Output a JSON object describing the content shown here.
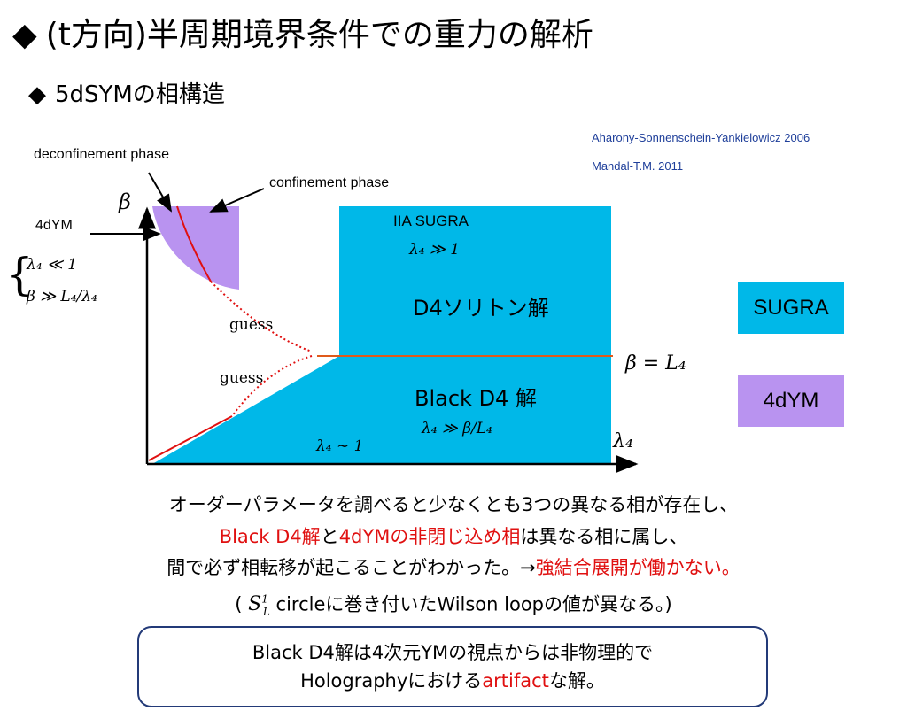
{
  "slide": {
    "title_marker": "◆",
    "title": "(t方向)半周期境界条件での重力の解析",
    "subtitle_marker": "◆",
    "subtitle": "5dSYMの相構造"
  },
  "references": [
    "Aharony-Sonnenschein-Yankielowicz 2006",
    "Mandal-T.M. 2011"
  ],
  "diagram": {
    "labels": {
      "deconfinement": "deconfinement phase",
      "confinement": "confinement phase",
      "fourdym": "4dYM",
      "beta_axis": "β",
      "lambda_axis": "λ₄",
      "cond1": "λ₄ ≪ 1",
      "cond2": "β ≫ L₄/λ₄",
      "brace": "{",
      "guess1": "guess",
      "guess2": "guess",
      "iia": "IIA SUGRA",
      "iia_cond": "λ₄ ≫ 1",
      "d4_soliton": "D4ソリトン解",
      "black_d4": "Black D4 解",
      "black_cond": "λ₄ ≫ β/L₄",
      "lambda_sim": "λ₄ ∼ 1",
      "beta_eq": "β = L₄"
    },
    "colors": {
      "sugra": "#00b8e8",
      "ym": "#b993f0",
      "curve": "#e01010",
      "boundary": "#e05a1a",
      "axis": "#000000"
    }
  },
  "legend": [
    {
      "label": "SUGRA",
      "color": "#00b8e8"
    },
    {
      "label": "4dYM",
      "color": "#b993f0"
    }
  ],
  "body": {
    "line1": "オーダーパラメータを調べると少なくとも3つの異なる相が存在し、",
    "line2": {
      "p1": "Black D4解",
      "p2": "と",
      "p3": "4dYMの非閉じ込め相",
      "p4": "は異なる相に属し、"
    },
    "line3": {
      "p1": "間で必ず相転移が起こることがわかった。→",
      "p2": "強結合展開が働かない。"
    },
    "line4": {
      "p1": "( ",
      "p2": "S",
      "p3": " circleに巻き付いたWilson loopの値が異なる。)"
    }
  },
  "note": {
    "line1": "Black D4解は4次元YMの視点からは非物理的で",
    "line2": {
      "p1": "Holographyにおける",
      "p2": "artifact",
      "p3": "な解。"
    }
  }
}
